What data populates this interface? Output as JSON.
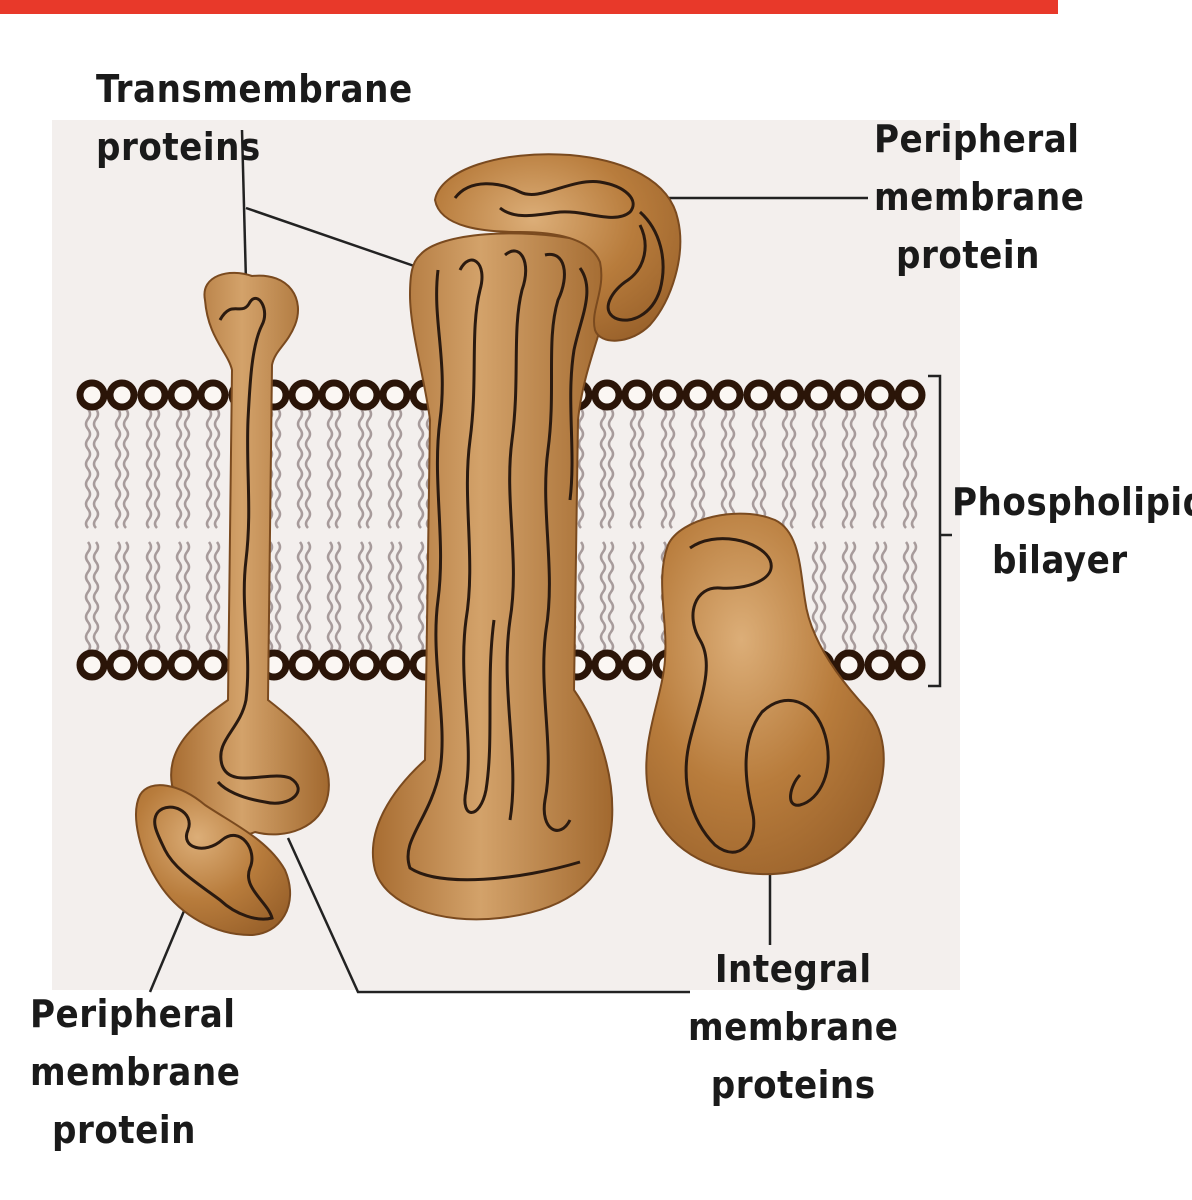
{
  "colors": {
    "top_bar": "#e8392a",
    "protein_fill": "#b67a3a",
    "protein_highlight": "#d9a56b",
    "protein_outline": "#7a4a1f",
    "coil": "#2a1a10",
    "lipid_head": "#2b1508",
    "lipid_tail": "#a79b9b",
    "panel_bg": "#f3efed",
    "label_text": "#1a1a1a"
  },
  "labels": {
    "transmembrane": {
      "line1": "Transmembrane",
      "line2": "proteins"
    },
    "peripheral_top": {
      "line1": "Peripheral",
      "line2": "membrane",
      "line3": "protein"
    },
    "phospholipid": {
      "line1": "Phospholipid",
      "line2": "bilayer"
    },
    "integral": {
      "line1": "Integral",
      "line2": "membrane",
      "line3": "proteins"
    },
    "peripheral_bottom": {
      "line1": "Peripheral",
      "line2": "membrane",
      "line3": "protein"
    }
  }
}
